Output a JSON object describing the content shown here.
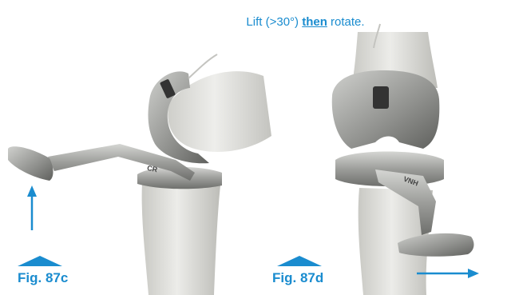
{
  "instruction": {
    "prefix": "Lift (>30°) ",
    "emphasis": "then",
    "suffix": " rotate."
  },
  "figures": [
    {
      "label": "Fig. 87c"
    },
    {
      "label": "Fig. 87d"
    }
  ],
  "implant_labels": {
    "left_insert": "CR",
    "right_insert": "VNH"
  },
  "colors": {
    "accent": "#1a8ccf",
    "bone": "#dcdcd8",
    "implant": "#a9aaa7"
  },
  "icons": [
    "up-arrow-icon",
    "right-arrow-icon",
    "triangle-marker-icon",
    "z-logo-icon"
  ]
}
